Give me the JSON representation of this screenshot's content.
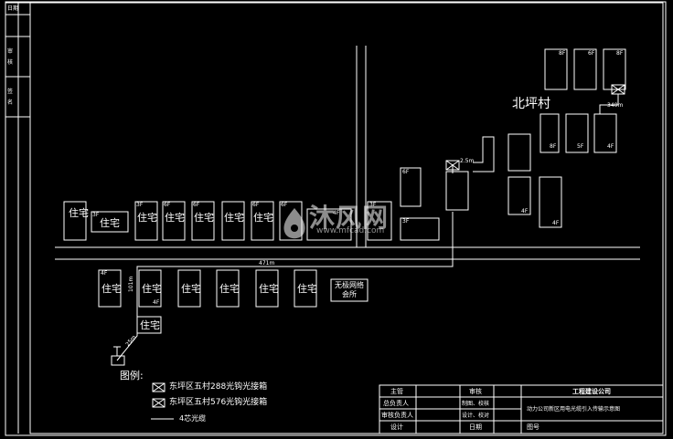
{
  "village_name": "北坪村",
  "houses": {
    "residence": "住宅",
    "floor_4f": "4F",
    "floor_3f": "3F",
    "floor_5f": "5F",
    "floor_6f": "6F",
    "floor_8f": "8F"
  },
  "facility": "无极网络会所",
  "distances": {
    "main_road": "471m",
    "north_branch": "340m",
    "vertical_run": "101m",
    "feed_diag": "25m",
    "junction": "2.5m"
  },
  "legend": {
    "title": "图例:",
    "item1": "东坪区五村288光钩光接箱",
    "item2": "东坪区五村576光钩光接箱",
    "item3": "4芯光缆"
  },
  "title_block": {
    "design_org": "工程建设公司",
    "drawing_title": "动力公司新区用电光缆引入传输示意图",
    "role_1": "主管",
    "role_2": "总负责人",
    "role_3": "审核负责人",
    "role_4": "设计",
    "check_1": "审核",
    "check_2": "制图、校核",
    "check_3": "设计、校对",
    "date_label": "日期",
    "drawing_no": "图号"
  },
  "side_strip": [
    "日期",
    "审",
    "核",
    "签",
    "名"
  ],
  "watermark": {
    "brand": "沐风网",
    "url": "www.mfcad.com"
  },
  "colors": {
    "background": "#000000",
    "line": "#ffffff",
    "watermark": "#ffffff"
  }
}
